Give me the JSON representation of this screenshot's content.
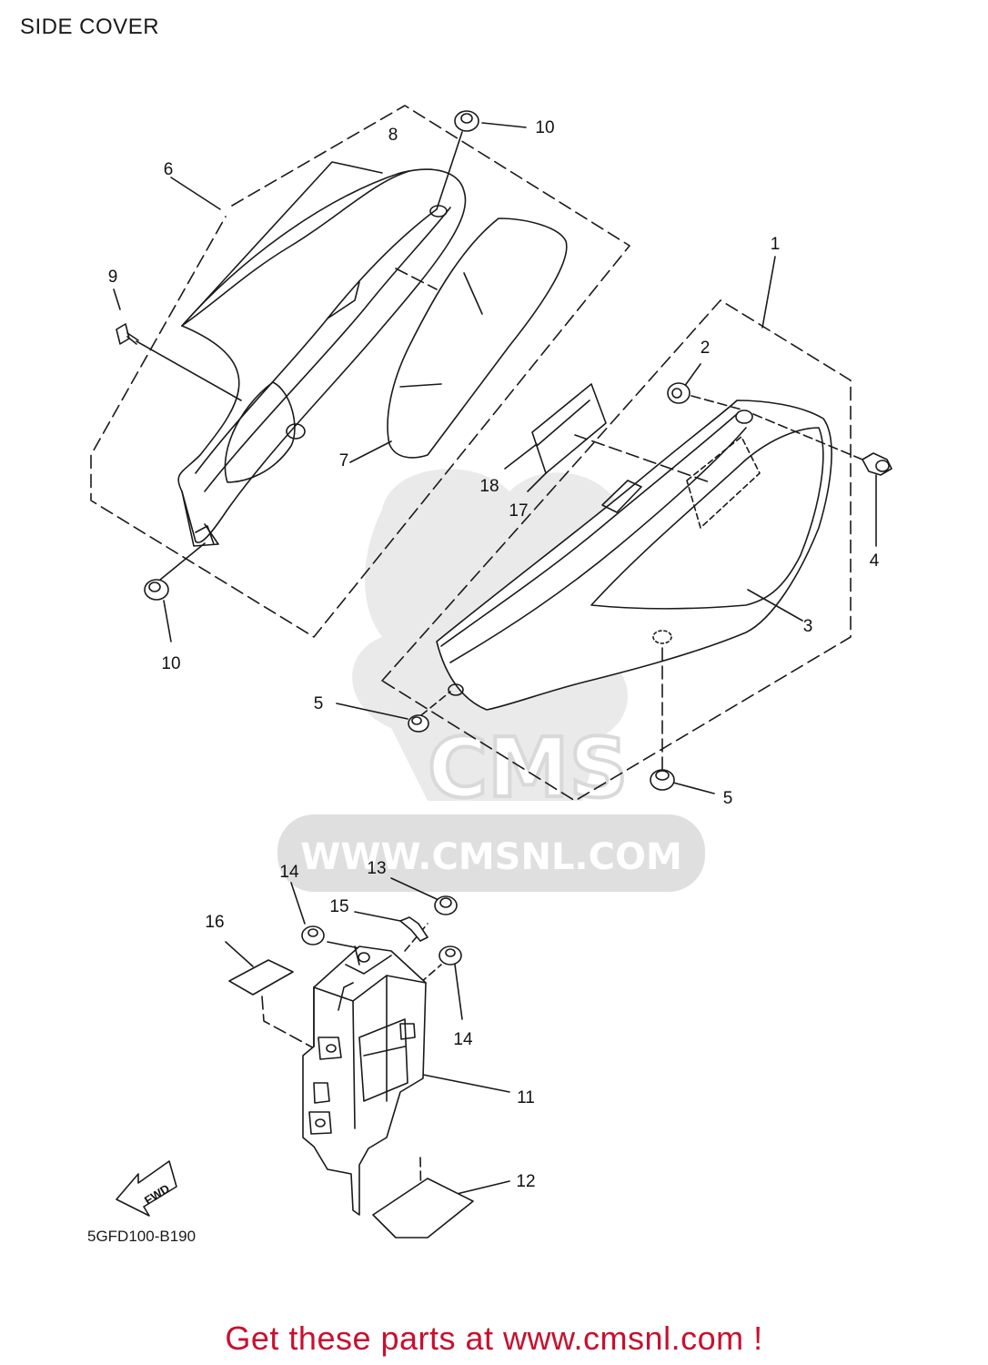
{
  "page": {
    "title": "SIDE COVER",
    "drawing_code": "5GFD100-B190",
    "footer_link": "Get these parts at www.cmsnl.com !"
  },
  "watermark": {
    "brand": "CMS",
    "url": "WWW.CMSNL.COM"
  },
  "direction_marker": "FWD",
  "callouts": {
    "c1": "1",
    "c2": "2",
    "c3": "3",
    "c4": "4",
    "c5a": "5",
    "c5b": "5",
    "c6": "6",
    "c7": "7",
    "c8": "8",
    "c9": "9",
    "c10a": "10",
    "c10b": "10",
    "c11": "11",
    "c12": "12",
    "c13": "13",
    "c14a": "14",
    "c14b": "14",
    "c15": "15",
    "c16": "16",
    "c17": "17",
    "c18": "18"
  },
  "colors": {
    "line": "#1a1a1a",
    "watermark": "#d9d9d9",
    "footer": "#c8102e"
  }
}
